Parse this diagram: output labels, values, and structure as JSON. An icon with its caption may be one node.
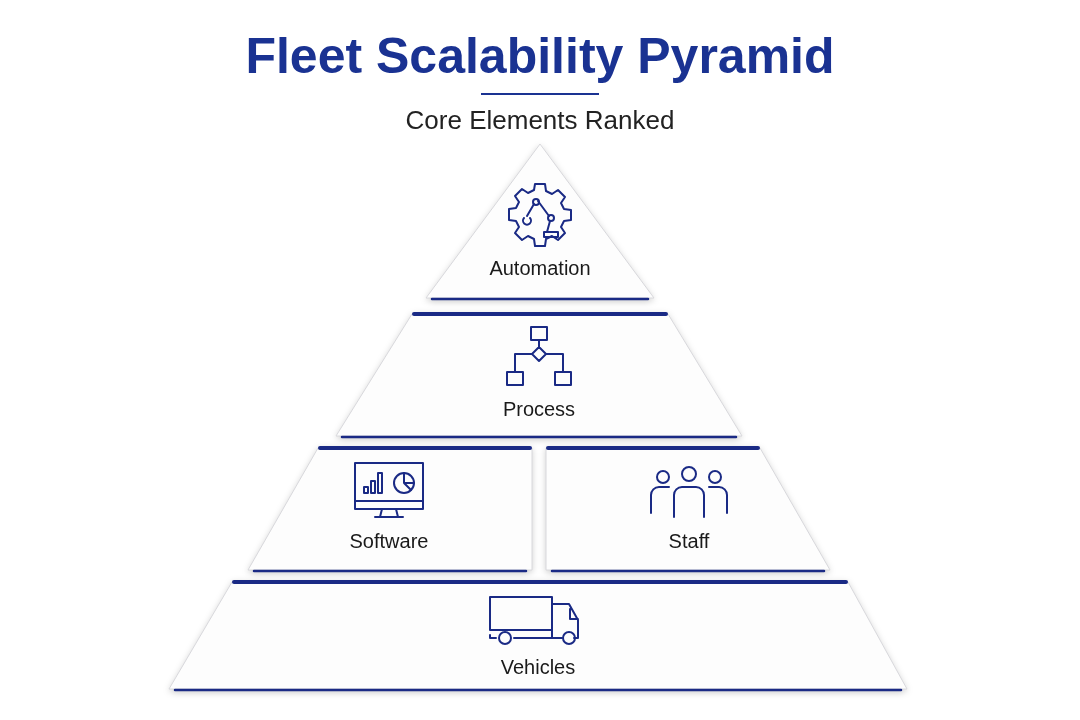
{
  "diagram": {
    "title": "Fleet Scalability Pyramid",
    "nodes": [
      {
        "text": [
          "Automation"
        ]
      },
      {
        "text": [
          "Process"
        ]
      },
      {
        "text": [
          "Software"
        ]
      },
      {
        "text": [
          "Staff"
        ]
      },
      {
        "text": [
          "Vehicles"
        ]
      }
    ],
    "labels": [
      "Core Elements Ranked"
    ]
  }
}
